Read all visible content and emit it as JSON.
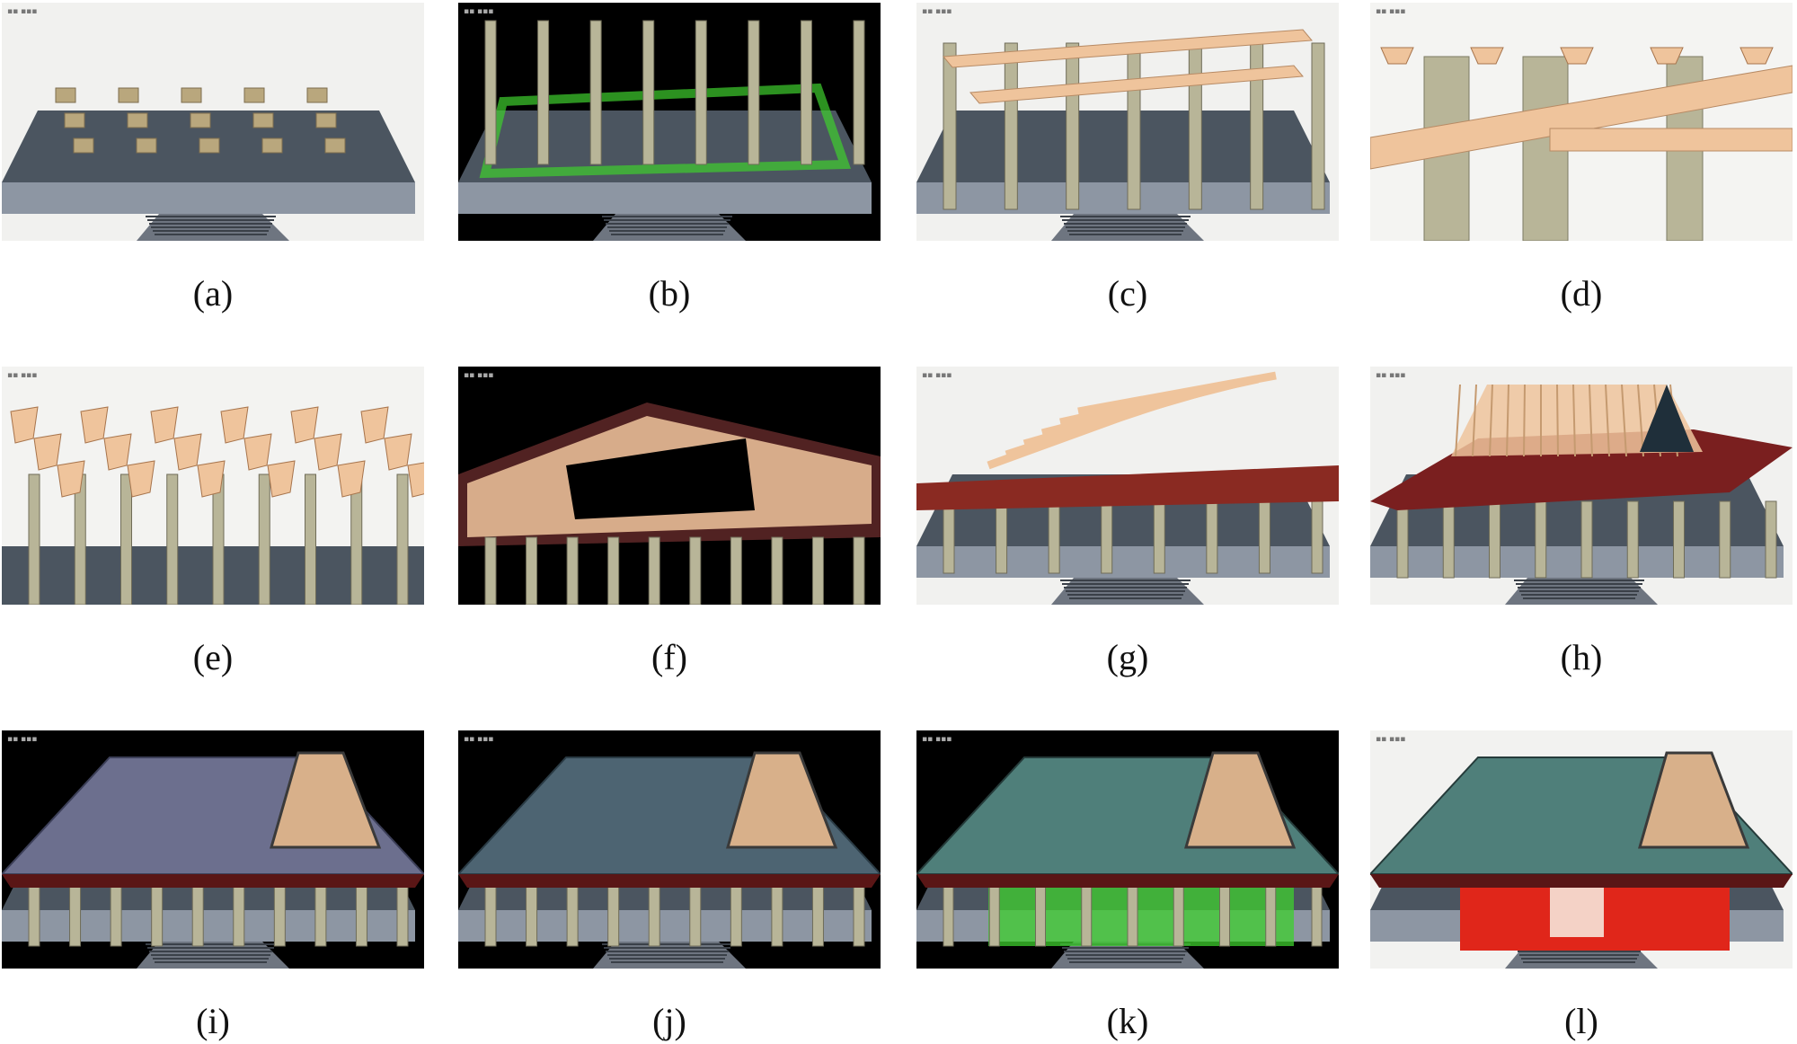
{
  "panels": [
    {
      "label": "(a)",
      "stage": "platform-bases",
      "bg": "#f1f1ef"
    },
    {
      "label": "(b)",
      "stage": "columns",
      "bg": "#000000"
    },
    {
      "label": "(c)",
      "stage": "beams",
      "bg": "#f1f1ef"
    },
    {
      "label": "(d)",
      "stage": "brackets-closeup",
      "bg": "#f4f4f2"
    },
    {
      "label": "(e)",
      "stage": "dougong-sets",
      "bg": "#f3f3f1"
    },
    {
      "label": "(f)",
      "stage": "eave-frame",
      "bg": "#000000"
    },
    {
      "label": "(g)",
      "stage": "roof-truss",
      "bg": "#f1f1ef"
    },
    {
      "label": "(h)",
      "stage": "rafters",
      "bg": "#f1f1ef"
    },
    {
      "label": "(i)",
      "stage": "roof-boarding",
      "bg": "#000000"
    },
    {
      "label": "(j)",
      "stage": "tiles-partial",
      "bg": "#000000"
    },
    {
      "label": "(k)",
      "stage": "walls-green",
      "bg": "#000000"
    },
    {
      "label": "(l)",
      "stage": "complete-red",
      "bg": "#f2f2f0"
    }
  ],
  "colors": {
    "platform_top": "#4b5560",
    "platform_side": "#8d96a3",
    "column": "#b8b598",
    "timber": "#efc49c",
    "roof_red": "#7a1f1f",
    "tile_green": "#4f7f7a",
    "glass_green": "#3ecf2e",
    "wall_red": "#e0261a"
  }
}
